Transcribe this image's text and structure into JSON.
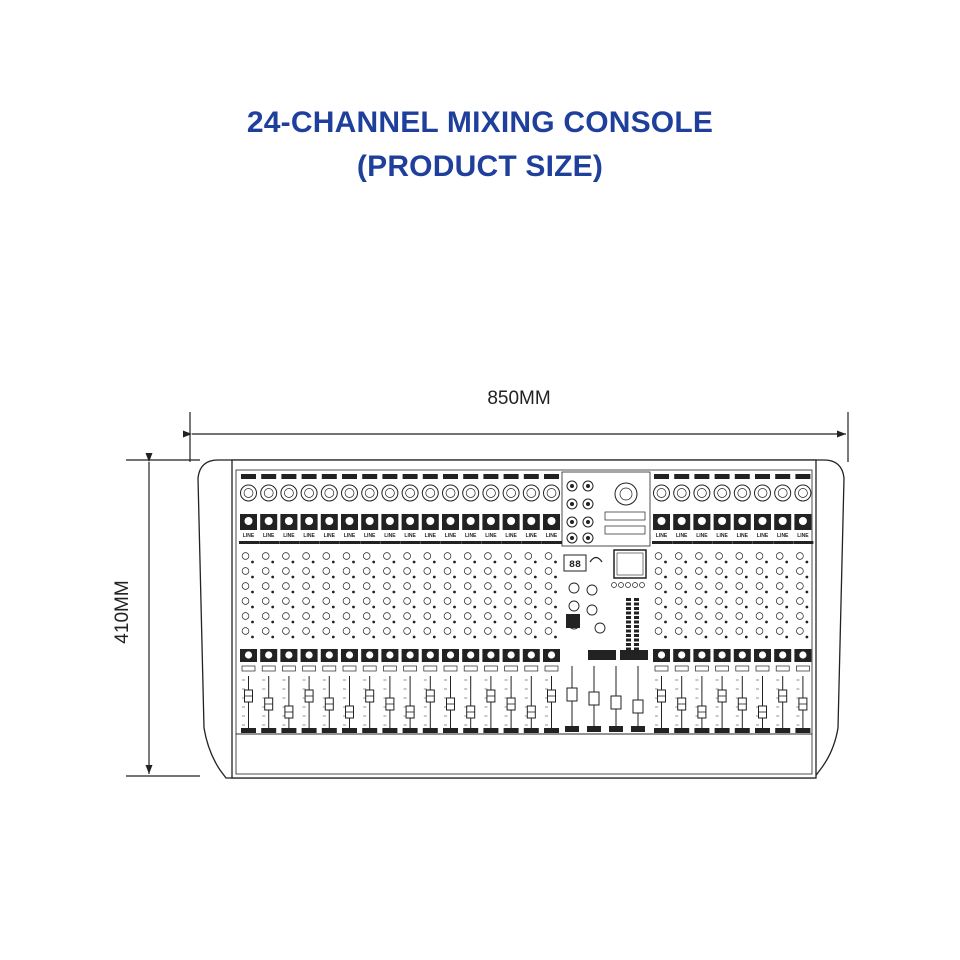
{
  "title": {
    "line1": "24-CHANNEL MIXING CONSOLE",
    "line2": "(PRODUCT SIZE)"
  },
  "dimensions": {
    "width_label": "850MM",
    "height_label": "410MM"
  },
  "console": {
    "left_input_channels": 16,
    "right_input_channels": 8,
    "channel_strip_label": "LINE",
    "master_display_value": "88"
  },
  "colors": {
    "title": "#1f3f9c",
    "line": "#222222"
  }
}
